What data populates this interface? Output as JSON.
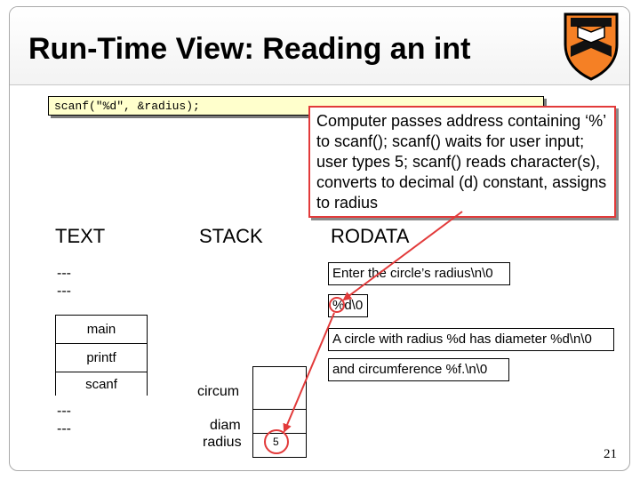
{
  "slide": {
    "title": "Run-Time View:  Reading an int",
    "page_number": "21",
    "logo": "princeton-shield-icon"
  },
  "code": {
    "line": "scanf(\"%d\", &radius);"
  },
  "callout": {
    "text": "Computer passes address containing ‘%’ to scanf(); scanf() waits for user input; user types 5; scanf() reads character(s), converts to decimal (d) constant, assigns to radius"
  },
  "sections": {
    "text": "TEXT",
    "stack": "STACK",
    "rodata": "RODATA"
  },
  "text_section": {
    "dashes_top": "---\n---",
    "cells": [
      "main",
      "printf",
      "scanf"
    ],
    "dashes_bottom": "---\n---"
  },
  "stack_section": {
    "labels": [
      "circum",
      "diam",
      "radius"
    ],
    "radius_value": "5"
  },
  "rodata_section": {
    "strings": [
      "Enter the circle’s radius\\n\\0",
      "%d\\0",
      "A circle with radius %d has diameter %d\\n\\0",
      "and circumference %f.\\n\\0"
    ]
  },
  "colors": {
    "highlight": "#e23a3a",
    "code_bg": "#ffffcc",
    "shield_orange": "#f58025"
  }
}
